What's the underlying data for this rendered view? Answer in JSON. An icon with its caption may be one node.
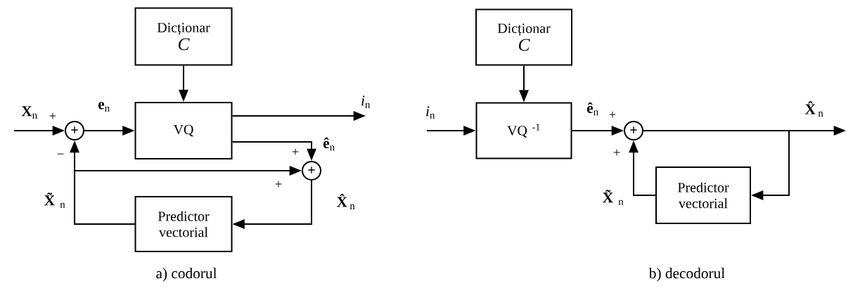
{
  "diagram": {
    "nodes": [
      {
        "text": [
          "Dicționar",
          "C"
        ]
      },
      {
        "text": [
          "VQ"
        ]
      },
      {
        "text": [
          "+"
        ]
      },
      {
        "text": [
          "+"
        ]
      },
      {
        "text": [
          "Predictor vectorial"
        ]
      },
      {
        "text": [
          "Dicționar",
          "C"
        ]
      },
      {
        "text": [
          "VQ$^{ -1}$"
        ]
      },
      {
        "text": [
          "+"
        ]
      },
      {
        "text": [
          "Predictor vectorial"
        ]
      }
    ],
    "edges": [
      {
        "from": null,
        "to": 2,
        "arrow": "to",
        "label": "**X**$_{n}$"
      },
      {
        "from": 2,
        "to": 1,
        "arrow": "to",
        "label": "**e**$_{n}$"
      },
      {
        "from": 0,
        "to": 1,
        "arrow": "to"
      },
      {
        "from": 1,
        "to": null,
        "arrow": "to",
        "label": "*i*$_{n}$"
      },
      {
        "from": 1,
        "to": 3,
        "arrow": "to",
        "label": "**ê**$_{n}$"
      },
      {
        "from": 4,
        "to": 2,
        "arrow": "to",
        "label": "**X̃**$_{n}$"
      },
      {
        "from": 4,
        "to": 3,
        "arrow": "to"
      },
      {
        "from": 3,
        "to": 4,
        "arrow": "to",
        "label": "**X̂**$_{n}$"
      },
      {
        "from": null,
        "to": 6,
        "arrow": "to",
        "label": "*i*$_{n}$"
      },
      {
        "from": 5,
        "to": 6,
        "arrow": "to"
      },
      {
        "from": 6,
        "to": 7,
        "arrow": "to",
        "label": "**ê**$_{n}$"
      },
      {
        "from": 7,
        "to": null,
        "arrow": "to",
        "label": "**X̂**$_{n}$"
      },
      {
        "from": 7,
        "to": 8,
        "arrow": "to"
      },
      {
        "from": 8,
        "to": 7,
        "arrow": "to",
        "label": "**X̃**$_{n}$"
      }
    ],
    "labels": [
      "+",
      "−",
      "+",
      "+",
      "a) codorul",
      "+",
      "+",
      "b) decodorul"
    ]
  }
}
